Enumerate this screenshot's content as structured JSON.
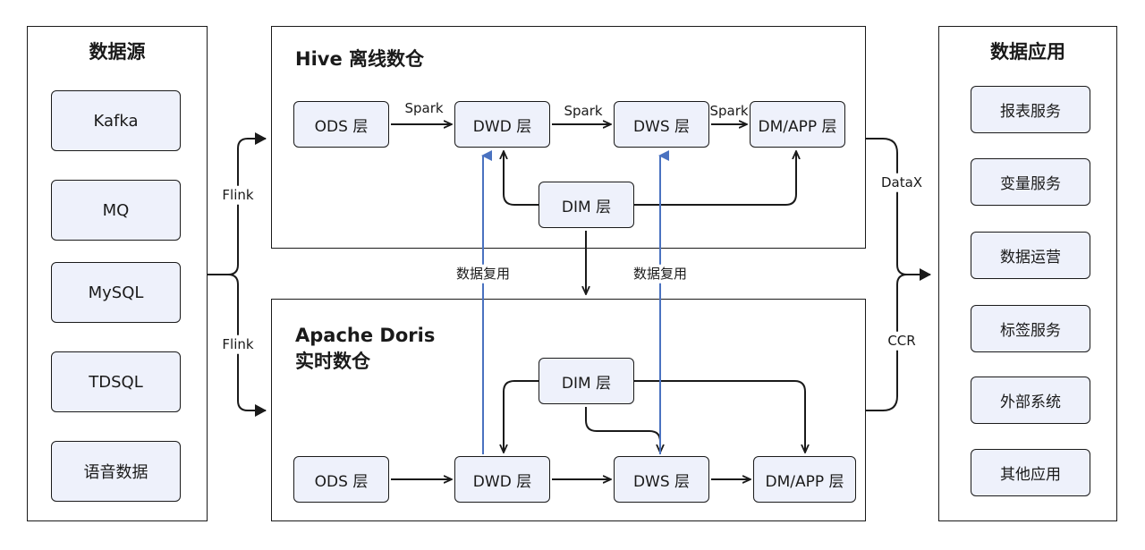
{
  "sources": {
    "title": "数据源",
    "items": [
      "Kafka",
      "MQ",
      "MySQL",
      "TDSQL",
      "语音数据"
    ]
  },
  "hive": {
    "title": "Hive 离线数仓",
    "ods": "ODS 层",
    "dwd": "DWD 层",
    "dws": "DWS 层",
    "dm": "DM/APP 层",
    "dim": "DIM 层"
  },
  "doris": {
    "title_line1": "Apache Doris",
    "title_line2": "实时数仓",
    "ods": "ODS 层",
    "dwd": "DWD 层",
    "dws": "DWS 层",
    "dm": "DM/APP 层",
    "dim": "DIM 层"
  },
  "apps": {
    "title": "数据应用",
    "items": [
      "报表服务",
      "变量服务",
      "数据运营",
      "标签服务",
      "外部系统",
      "其他应用"
    ]
  },
  "edge_labels": {
    "spark1": "Spark",
    "spark2": "Spark",
    "spark3": "Spark",
    "flink_top": "Flink",
    "flink_bottom": "Flink",
    "datax": "DataX",
    "ccr": "CCR",
    "reuse_left": "数据复用",
    "reuse_right": "数据复用"
  },
  "colors": {
    "node_fill": "#eef1fb",
    "reuse_arrow": "#4a72c0",
    "stroke": "#1a1a1a"
  }
}
